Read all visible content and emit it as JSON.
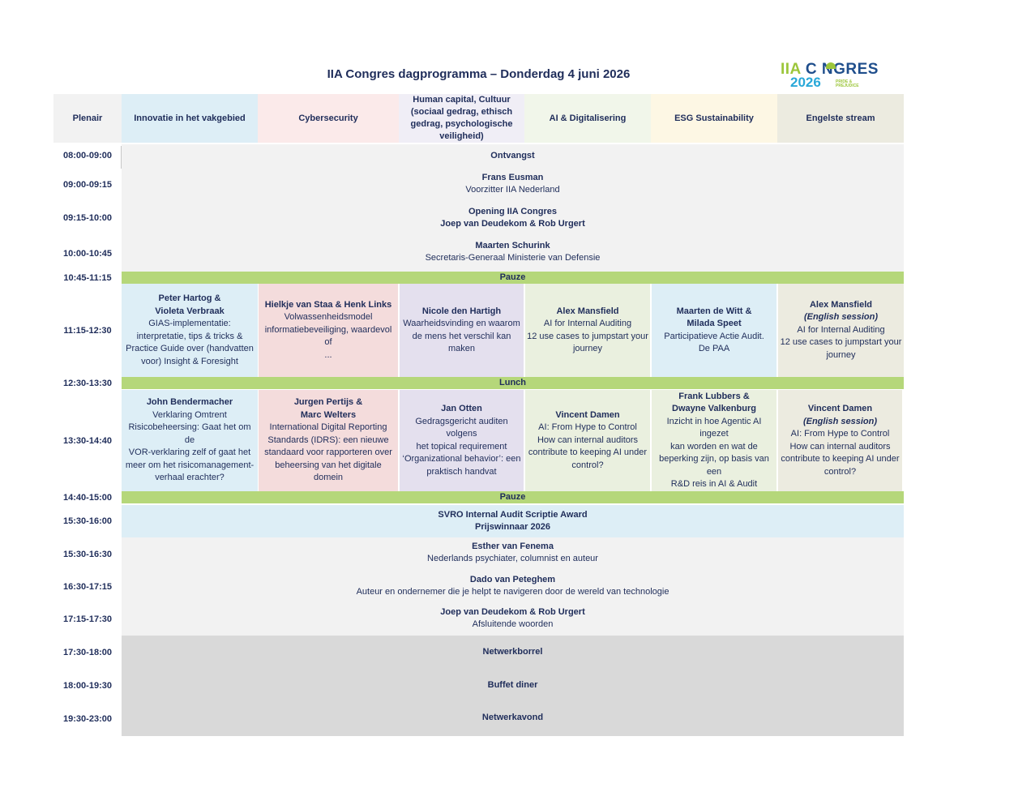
{
  "title": "IIA Congres dagprogramma – Donderdag 4 juni 2026",
  "logo": {
    "iia": "IIA",
    "congres": "C NGRES",
    "year": "2026",
    "tagline": "PRIDE & PREJUDICE"
  },
  "columns": [
    "Plenair",
    "Innovatie in het vakgebied",
    "Cybersecurity",
    "Human capital, Cultuur (sociaal gedrag, ethisch gedrag, psychologische veiligheid)",
    "AI & Digitalisering",
    "ESG Sustainability",
    "Engelste stream"
  ],
  "colors": {
    "innovatie": "#ddeef6",
    "cyber": "#f4dcdc",
    "human": "#e4e0ee",
    "ai": "#eaf0df",
    "esg": "#ddeef6",
    "engels": "#ecebe0",
    "plenary": "#f2f2f2",
    "break": "#b5d77a",
    "evening": "#d9d9d9"
  },
  "times": [
    "08:00-09:00",
    "09:00-09:15",
    "09:15-10:00",
    "10:00-10:45",
    "10:45-11:15",
    "11:15-12:30",
    "12:30-13:30",
    "13:30-14:40",
    "14:40-15:00",
    "15:30-16:00",
    "15:30-16:30",
    "16:30-17:15",
    "17:15-17:30",
    "17:30-18:00",
    "18:00-19:30",
    "19:30-23:00"
  ],
  "plenary": {
    "ontvangst": "Ontvangst",
    "eusman": {
      "name": "Frans Eusman",
      "desc": "Voorzitter IIA Nederland"
    },
    "opening": {
      "name": "Opening IIA Congres",
      "desc": "Joep van Deudekom & Rob Urgert"
    },
    "schurink": {
      "name": "Maarten Schurink",
      "desc": "Secretaris-Generaal Ministerie van Defensie"
    },
    "pauze1": "Pauze",
    "lunch": "Lunch",
    "pauze2": "Pauze",
    "svro": {
      "name": "SVRO Internal Audit Scriptie Award",
      "desc": "Prijswinnaar 2026"
    },
    "fenema": {
      "name": "Esther van Fenema",
      "desc": "Nederlands psychiater, columnist en auteur"
    },
    "peteghem": {
      "name": "Dado van Peteghem",
      "desc": "Auteur en ondernemer die je helpt te navigeren door de wereld van technologie"
    },
    "afsluiting": {
      "name": "Joep van Deudekom & Rob Urgert",
      "desc": "Afsluitende woorden"
    },
    "borrel": "Netwerkborrel",
    "diner": "Buffet diner",
    "avond": "Netwerkavond"
  },
  "session1": [
    {
      "l1": "Peter Hartog &",
      "l2": "Violeta Verbraak",
      "d1": "GIAS-implementatie:",
      "d2": "interpretatie, tips & tricks &",
      "d3": "Practice Guide over (handvatten",
      "d4": "voor) Insight & Foresight"
    },
    {
      "l1": "Hielkje van Staa & Henk Links",
      "d1": "Volwassenheidsmodel",
      "d2": "informatiebeveiliging, waardevol of",
      "d3": "..."
    },
    {
      "l1": "Nicole den Hartigh",
      "d1": "Waarheidsvinding en waarom",
      "d2": "de mens het verschil kan",
      "d3": "maken"
    },
    {
      "l1": "Alex Mansfield",
      "d1": "AI for Internal Auditing",
      "d2": "12 use cases to jumpstart your",
      "d3": "journey"
    },
    {
      "l1": "Maarten de Witt &",
      "l2": "Milada Speet",
      "d1": "Participatieve Actie Audit.",
      "d2": "De PAA"
    },
    {
      "l1": "Alex Mansfield",
      "it": "(English session)",
      "d1": "AI for Internal Auditing",
      "d2": "12 use cases to jumpstart your",
      "d3": "journey"
    }
  ],
  "session2": [
    {
      "l1": "John Bendermacher",
      "d1": "Verklaring Omtrent",
      "d2": "Risicobeheersing: Gaat het om de",
      "d3": "VOR-verklaring zelf of gaat het",
      "d4": "meer om het risicomanagement-",
      "d5": "verhaal erachter?"
    },
    {
      "l1": "Jurgen Pertijs &",
      "l2": "Marc Welters",
      "d1": "International Digital Reporting",
      "d2": "Standards (IDRS): een nieuwe",
      "d3": "standaard voor rapporteren over",
      "d4": "beheersing van het digitale domein"
    },
    {
      "l1": "Jan Otten",
      "d1": "Gedragsgericht auditen volgens",
      "d2": "het topical requirement",
      "d3": "‘Organizational behavior’: een",
      "d4": "praktisch handvat"
    },
    {
      "l1": "Vincent Damen",
      "d1": "AI: From Hype to Control",
      "d2": "How can internal auditors",
      "d3": "contribute to keeping AI under",
      "d4": "control?"
    },
    {
      "l1": "Frank Lubbers &",
      "l2": "Dwayne Valkenburg",
      "d1": "Inzicht in hoe Agentic AI ingezet",
      "d2": "kan worden en wat de",
      "d3": "beperking zijn, op basis van een",
      "d4": "R&D reis in AI & Audit"
    },
    {
      "l1": "Vincent Damen",
      "it": "(English session)",
      "d1": "AI: From Hype to Control",
      "d2": "How can internal auditors",
      "d3": "contribute to keeping AI under",
      "d4": "control?"
    }
  ]
}
